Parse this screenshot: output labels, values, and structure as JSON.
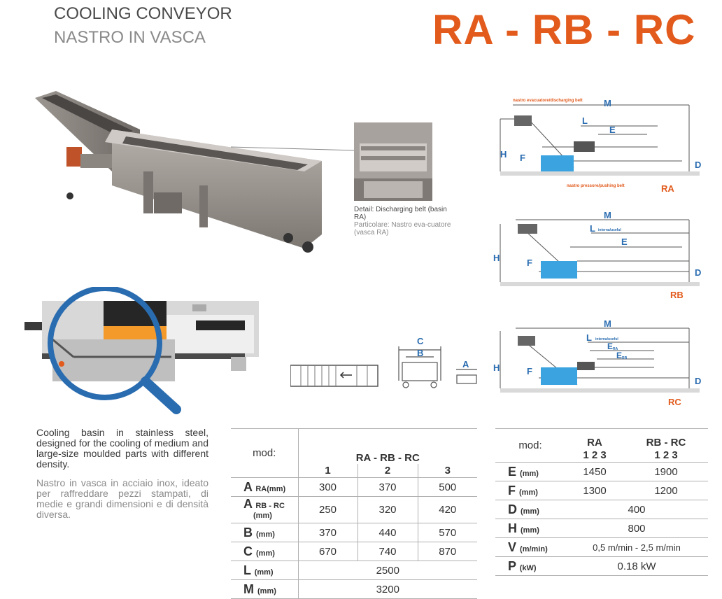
{
  "header": {
    "title_en": "COOLING CONVEYOR",
    "title_it": "NASTRO IN VASCA",
    "model_code": "RA - RB - RC"
  },
  "detail": {
    "caption_en": "Detail: Discharging belt (basin RA)",
    "caption_it": "Particolare: Nastro eva-cuatore (vasca RA)"
  },
  "description": {
    "en": "Cooling basin in stainless steel, designed for the cooling of medium and large-size moulded parts with different density.",
    "it": "Nastro in vasca in acciaio inox, ideato per raffreddare pezzi stampati, di medie e grandi dimensioni e di densità diversa."
  },
  "diagrams": {
    "ra": {
      "label_discharging": "nastro evacuatore/discharging belt",
      "label_pushing": "nastro pressore/pushing belt",
      "M": "M",
      "L": "L",
      "E": "E",
      "H": "H",
      "F": "F",
      "D": "D",
      "model": "RA"
    },
    "rb": {
      "M": "M",
      "L": "L",
      "L_note": "interna/useful",
      "E": "E",
      "H": "H",
      "F": "F",
      "D": "D",
      "model": "RB"
    },
    "rc": {
      "M": "M",
      "L": "L",
      "L_note": "interna/useful",
      "E_RA": "E",
      "E_RA_sub": "RA",
      "E_RB": "E",
      "E_RB_sub": "RB",
      "H": "H",
      "F": "F",
      "D": "D",
      "model": "RC"
    },
    "section": {
      "C": "C",
      "B": "B",
      "A": "A"
    }
  },
  "table_left": {
    "mod_label": "mod:",
    "model": "RA - RB - RC",
    "sizes": [
      "1",
      "2",
      "3"
    ],
    "rows": [
      {
        "label": "A",
        "sub": "RA",
        "unit": "(mm)",
        "values": [
          "300",
          "370",
          "500"
        ]
      },
      {
        "label": "A",
        "sub": "RB - RC",
        "unit": "(mm)",
        "values": [
          "250",
          "320",
          "420"
        ]
      },
      {
        "label": "B",
        "sub": "",
        "unit": "(mm)",
        "values": [
          "370",
          "440",
          "570"
        ]
      },
      {
        "label": "C",
        "sub": "",
        "unit": "(mm)",
        "values": [
          "670",
          "740",
          "870"
        ]
      },
      {
        "label": "L",
        "sub": "",
        "unit": "(mm)",
        "value": "2500"
      },
      {
        "label": "M",
        "sub": "",
        "unit": "(mm)",
        "value": "3200"
      }
    ]
  },
  "table_right": {
    "mod_label": "mod:",
    "model_a": "RA",
    "model_b": "RB - RC",
    "sizes_a": "1 2 3",
    "sizes_b": "1 2 3",
    "rows": [
      {
        "label": "E",
        "unit": "(mm)",
        "values": [
          "1450",
          "1900"
        ]
      },
      {
        "label": "F",
        "unit": "(mm)",
        "values": [
          "1300",
          "1200"
        ]
      },
      {
        "label": "D",
        "unit": "(mm)",
        "value": "400"
      },
      {
        "label": "H",
        "unit": "(mm)",
        "value": "800"
      },
      {
        "label": "V",
        "unit": "(m/min)",
        "value": "0,5 m/min - 2,5 m/min"
      },
      {
        "label": "P",
        "unit": "(kW)",
        "value": "0.18 kW"
      }
    ]
  },
  "colors": {
    "accent": "#e25a1c",
    "blue": "#2a6cb0",
    "steel": "#8f8a86"
  }
}
